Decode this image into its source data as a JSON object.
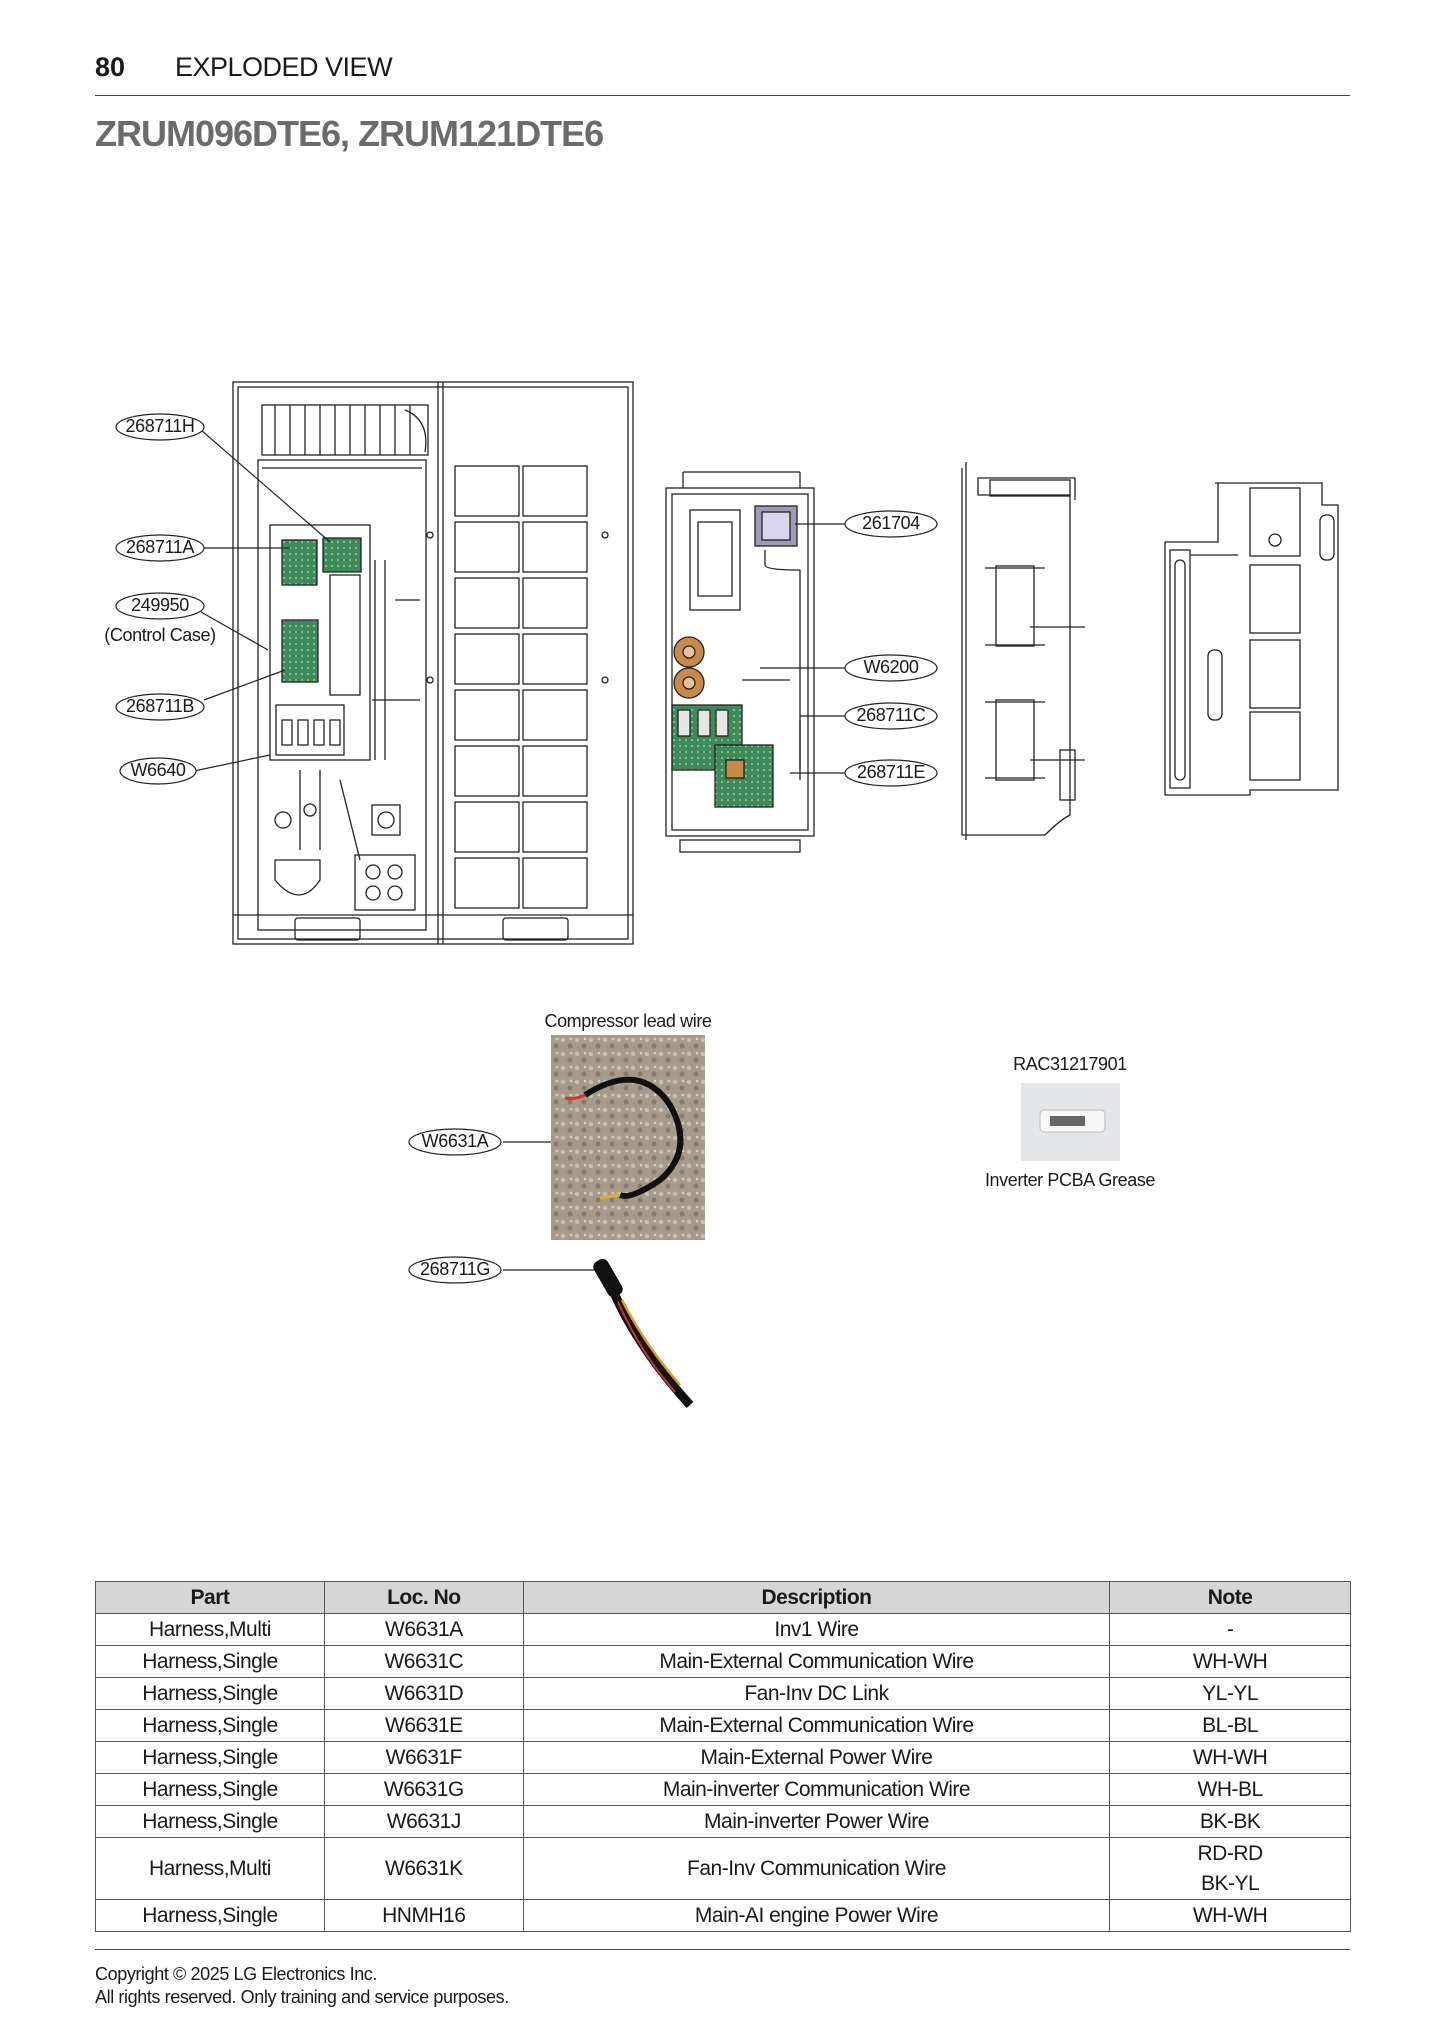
{
  "header": {
    "page_number": "80",
    "section": "EXPLODED VIEW"
  },
  "model_title": "ZRUM096DTE6, ZRUM121DTE6",
  "callouts": {
    "c1": "268711H",
    "c2": "268711A",
    "c3": "249950",
    "c3_sub": "(Control Case)",
    "c4": "268711B",
    "c5": "W6640",
    "c6": "261704",
    "c7": "W6200",
    "c8": "268711C",
    "c9": "268711E",
    "c10": "W6631A",
    "c11": "268711G"
  },
  "photos": {
    "compressor_caption": "Compressor lead wire",
    "grease_code": "RAC31217901",
    "grease_caption": "Inverter PCBA Grease"
  },
  "table": {
    "headers": [
      "Part",
      "Loc. No",
      "Description",
      "Note"
    ],
    "rows": [
      {
        "part": "Harness,Multi",
        "loc": "W6631A",
        "desc": "Inv1 Wire",
        "note": "-"
      },
      {
        "part": "Harness,Single",
        "loc": "W6631C",
        "desc": "Main-External Communication Wire",
        "note": "WH-WH"
      },
      {
        "part": "Harness,Single",
        "loc": "W6631D",
        "desc": "Fan-Inv DC Link",
        "note": "YL-YL"
      },
      {
        "part": "Harness,Single",
        "loc": "W6631E",
        "desc": "Main-External Communication Wire",
        "note": "BL-BL"
      },
      {
        "part": "Harness,Single",
        "loc": "W6631F",
        "desc": "Main-External Power Wire",
        "note": "WH-WH"
      },
      {
        "part": "Harness,Single",
        "loc": "W6631G",
        "desc": "Main-inverter Communication Wire",
        "note": "WH-BL"
      },
      {
        "part": "Harness,Single",
        "loc": "W6631J",
        "desc": "Main-inverter Power Wire",
        "note": "BK-BK"
      },
      {
        "part": "Harness,Multi",
        "loc": "W6631K",
        "desc": "Fan-Inv Communication Wire",
        "note": "RD-RD",
        "note2": "BK-YL"
      },
      {
        "part": "Harness,Single",
        "loc": "HNMH16",
        "desc": "Main-AI engine Power Wire",
        "note": "WH-WH"
      }
    ]
  },
  "footer": {
    "line1": "Copyright © 2025 LG Electronics Inc.",
    "line2": "All rights reserved. Only training and service purposes."
  }
}
